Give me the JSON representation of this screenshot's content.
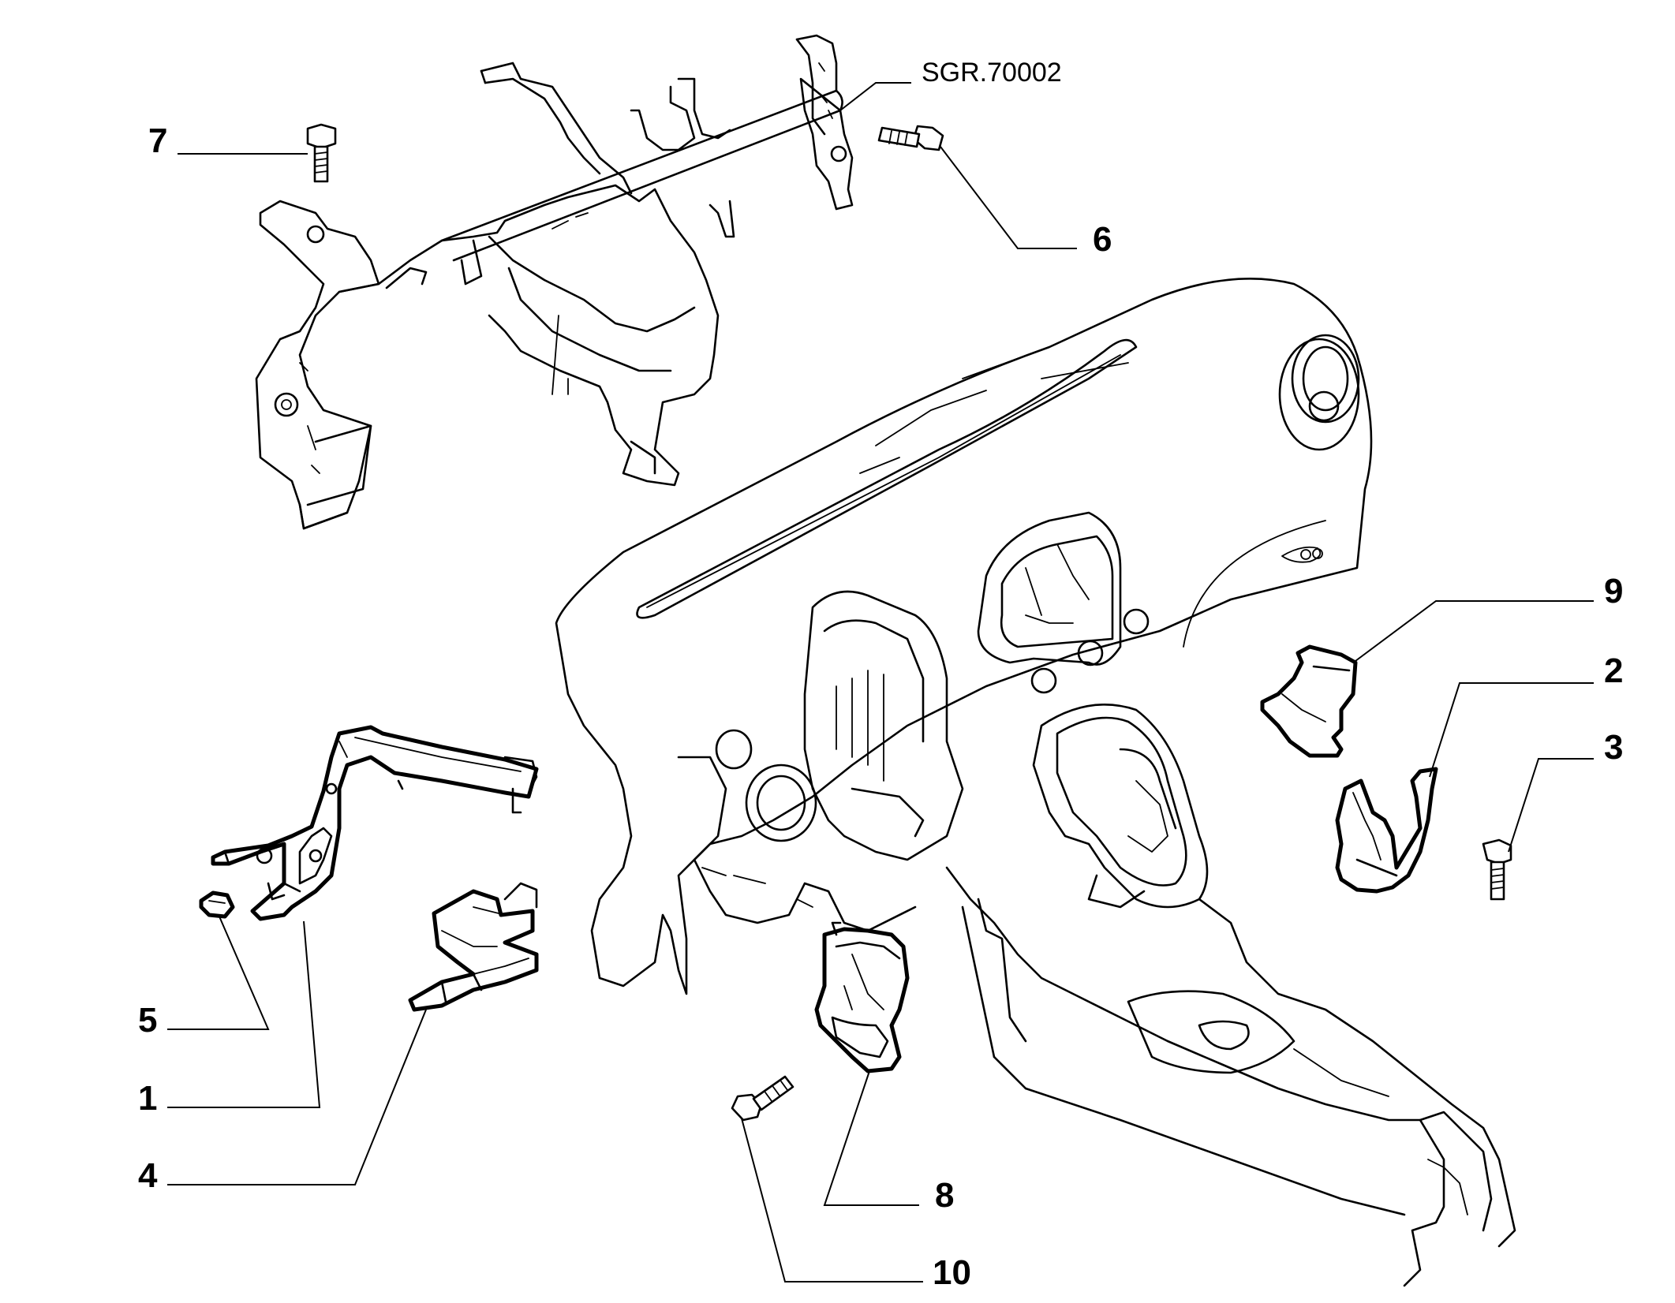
{
  "reference_code": "SGR.70002",
  "callouts": [
    {
      "id": "7",
      "label": "7"
    },
    {
      "id": "6",
      "label": "6"
    },
    {
      "id": "9",
      "label": "9"
    },
    {
      "id": "2",
      "label": "2"
    },
    {
      "id": "3",
      "label": "3"
    },
    {
      "id": "5",
      "label": "5"
    },
    {
      "id": "1",
      "label": "1"
    },
    {
      "id": "4",
      "label": "4"
    },
    {
      "id": "8",
      "label": "8"
    },
    {
      "id": "10",
      "label": "10"
    }
  ],
  "line_color": "#000000",
  "background_color": "#ffffff"
}
